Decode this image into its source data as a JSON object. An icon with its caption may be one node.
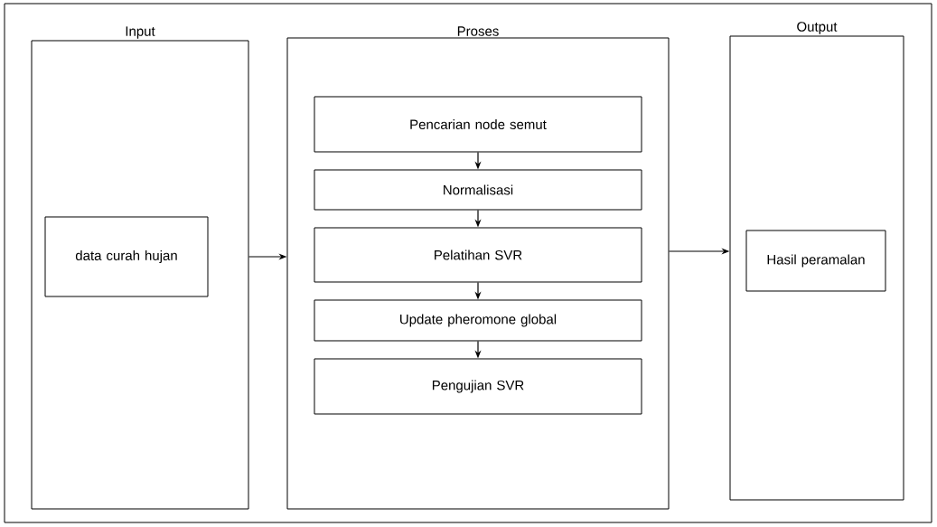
{
  "diagram": {
    "nodes": [
      {
        "text": [
          "Input"
        ]
      },
      {
        "text": [
          "data curah hujan"
        ],
        "in": 0
      },
      {
        "text": [
          "Proses"
        ]
      },
      {
        "text": [
          "Pencarian node semut"
        ],
        "in": 2
      },
      {
        "text": [
          "Normalisasi"
        ],
        "in": 2
      },
      {
        "text": [
          "Pelatihan SVR"
        ],
        "in": 2
      },
      {
        "text": [
          "Update pheromone global"
        ],
        "in": 2
      },
      {
        "text": [
          "Pengujian SVR"
        ],
        "in": 2
      },
      {
        "text": [
          "Output"
        ]
      },
      {
        "text": [
          "Hasil peramalan"
        ],
        "in": 8
      }
    ],
    "edges": [
      {
        "from": 0,
        "to": 2,
        "arrow": "to"
      },
      {
        "from": 3,
        "to": 4,
        "arrow": "to"
      },
      {
        "from": 4,
        "to": 5,
        "arrow": "to"
      },
      {
        "from": 5,
        "to": 6,
        "arrow": "to"
      },
      {
        "from": 6,
        "to": 7,
        "arrow": "to"
      },
      {
        "from": 2,
        "to": 8,
        "arrow": "to"
      }
    ]
  }
}
